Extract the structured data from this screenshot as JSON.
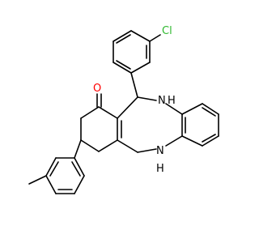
{
  "molecule": {
    "atoms": {
      "chlorine": {
        "label": "Cl",
        "color": "#2eb82e"
      },
      "oxygen": {
        "label": "O",
        "color": "#ff0000"
      },
      "nitrogen_upper": {
        "label": "N"
      },
      "hydrogen_upper": {
        "label": "H"
      },
      "nitrogen_lower": {
        "label": "N"
      },
      "hydrogen_lower": {
        "label": "H"
      }
    }
  }
}
